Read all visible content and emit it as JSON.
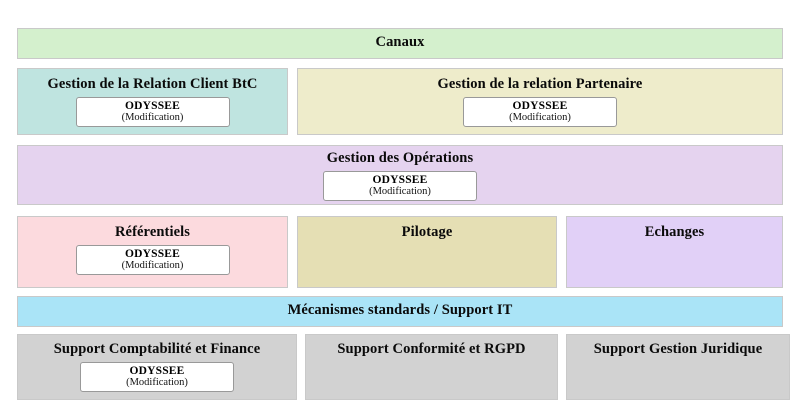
{
  "diagram": {
    "odyssee": {
      "name": "ODYSSEE",
      "state": "(Modification)"
    },
    "rows": [
      {
        "id": "canaux",
        "panels": [
          {
            "id": "canaux",
            "label": "Canaux",
            "color": "#d4f0cd",
            "has_odyssee": false
          }
        ]
      },
      {
        "id": "relation",
        "panels": [
          {
            "id": "relation-client-btc",
            "label": "Gestion de la Relation Client BtC",
            "color": "#bfe4e0",
            "has_odyssee": true
          },
          {
            "id": "relation-partenaire",
            "label": "Gestion de la relation Partenaire",
            "color": "#eeeccb",
            "has_odyssee": true
          }
        ]
      },
      {
        "id": "operations",
        "panels": [
          {
            "id": "gestion-operations",
            "label": "Gestion des Opérations",
            "color": "#e5d3ef",
            "has_odyssee": true
          }
        ]
      },
      {
        "id": "referentiels",
        "panels": [
          {
            "id": "referentiels",
            "label": "Référentiels",
            "color": "#fcdade",
            "has_odyssee": true
          },
          {
            "id": "pilotage",
            "label": "Pilotage",
            "color": "#e5dfb4",
            "has_odyssee": false
          },
          {
            "id": "echanges",
            "label": "Echanges",
            "color": "#e1d0f7",
            "has_odyssee": false
          }
        ]
      },
      {
        "id": "mecanismes",
        "panels": [
          {
            "id": "mecanismes-standards",
            "label": "Mécanismes standards / Support IT",
            "color": "#aae4f7",
            "has_odyssee": false
          }
        ]
      },
      {
        "id": "supports",
        "panels": [
          {
            "id": "support-comptabilite-finance",
            "label": "Support Comptabilité et Finance",
            "color": "#d2d2d2",
            "has_odyssee": true
          },
          {
            "id": "support-conformite-rgpd",
            "label": "Support Conformité et RGPD",
            "color": "#d2d2d2",
            "has_odyssee": false
          },
          {
            "id": "support-gestion-juridique",
            "label": "Support Gestion Juridique",
            "color": "#d2d2d2",
            "has_odyssee": false
          }
        ]
      }
    ]
  }
}
